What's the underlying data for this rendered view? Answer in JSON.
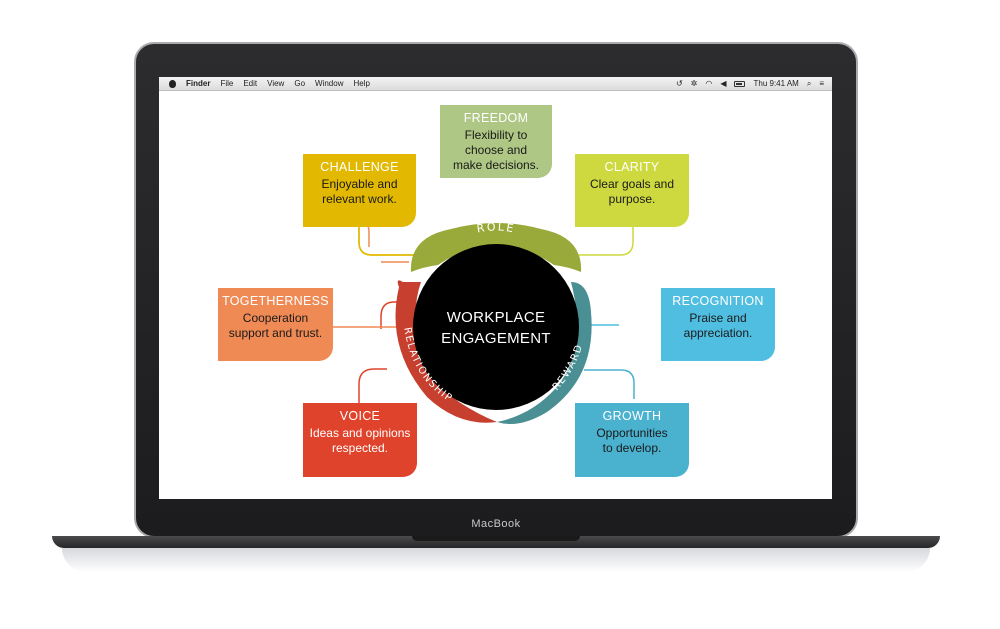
{
  "device": {
    "brand": "MacBook"
  },
  "menubar": {
    "app": "Finder",
    "items": [
      "File",
      "Edit",
      "View",
      "Go",
      "Window",
      "Help"
    ],
    "clock": "Thu 9:41 AM"
  },
  "diagram": {
    "center": {
      "line1": "WORKPLACE",
      "line2": "ENGAGEMENT"
    },
    "arcs": {
      "top": "ROLE",
      "left": "RELATIONSHIP",
      "right": "REWARD"
    },
    "colors": {
      "role": "#9aaa3a",
      "relationship": "#c73f2f",
      "reward": "#4a8f94",
      "center": "#000000"
    },
    "boxes": {
      "freedom": {
        "title": "FREEDOM",
        "desc1": "Flexibility to",
        "desc2": "choose and",
        "desc3": "make decisions.",
        "color": "#aec784"
      },
      "challenge": {
        "title": "CHALLENGE",
        "desc1": "Enjoyable and",
        "desc2": "relevant work.",
        "color": "#e2b900"
      },
      "clarity": {
        "title": "CLARITY",
        "desc1": "Clear goals and",
        "desc2": "purpose.",
        "color": "#cdd93e"
      },
      "togetherness": {
        "title": "TOGETHERNESS",
        "desc1": "Cooperation",
        "desc2": "support and trust.",
        "color": "#f08a54"
      },
      "recognition": {
        "title": "RECOGNITION",
        "desc1": "Praise and",
        "desc2": "appreciation.",
        "color": "#4fbee1"
      },
      "voice": {
        "title": "VOICE",
        "desc1": "Ideas and opinions",
        "desc2": "respected.",
        "color": "#e0432c"
      },
      "growth": {
        "title": "GROWTH",
        "desc1": "Opportunities",
        "desc2": "to develop.",
        "color": "#4ab1cf"
      }
    }
  }
}
